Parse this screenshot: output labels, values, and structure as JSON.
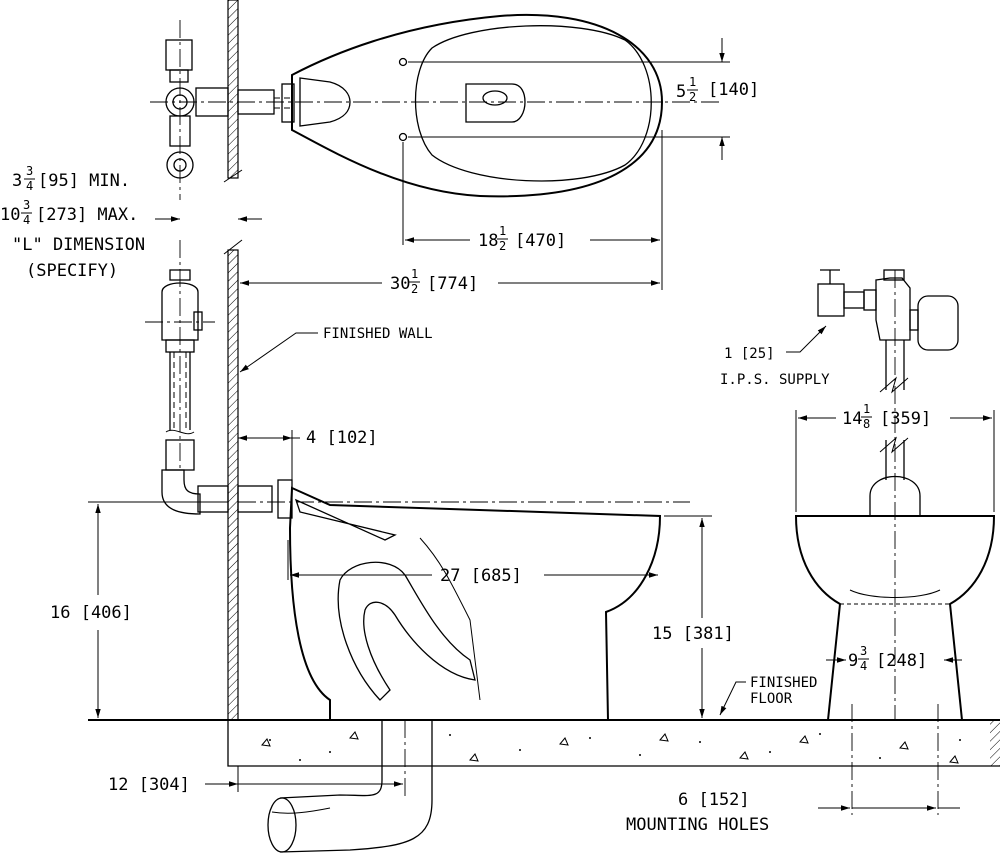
{
  "labels": {
    "width_a_whole": "5",
    "width_a_num": "1",
    "width_a_den": "2",
    "width_a_mm": "[140]",
    "hole_a_whole": "18",
    "hole_a_num": "1",
    "hole_a_den": "2",
    "hole_a_mm": "[470]",
    "length_a_whole": "30",
    "length_a_num": "1",
    "length_a_den": "2",
    "length_a_mm": "[774]",
    "min_whole": "3",
    "min_num": "3",
    "min_den": "4",
    "min_rest": "[95] MIN.",
    "max_whole": "10",
    "max_num": "3",
    "max_den": "4",
    "max_rest": "[273] MAX.",
    "l_dimension": "\"L\" DIMENSION",
    "specify": "(SPECIFY)",
    "finished_wall": "FINISHED WALL",
    "offset": "4 [102]",
    "length_side": "27 [685]",
    "rim_height": "16 [406]",
    "bowl_height": "15 [381]",
    "finished": "FINISHED",
    "floor": "FLOOR",
    "rough_in": "12 [304]",
    "supply": "1 [25]",
    "ips": "I.P.S. SUPPLY",
    "width_front_whole": "14",
    "width_front_num": "1",
    "width_front_den": "8",
    "width_front_mm": "[359]",
    "base_whole": "9",
    "base_num": "3",
    "base_den": "4",
    "base_mm": "[248]",
    "mounting_dim": "6 [152]",
    "mounting_holes": "MOUNTING HOLES"
  }
}
